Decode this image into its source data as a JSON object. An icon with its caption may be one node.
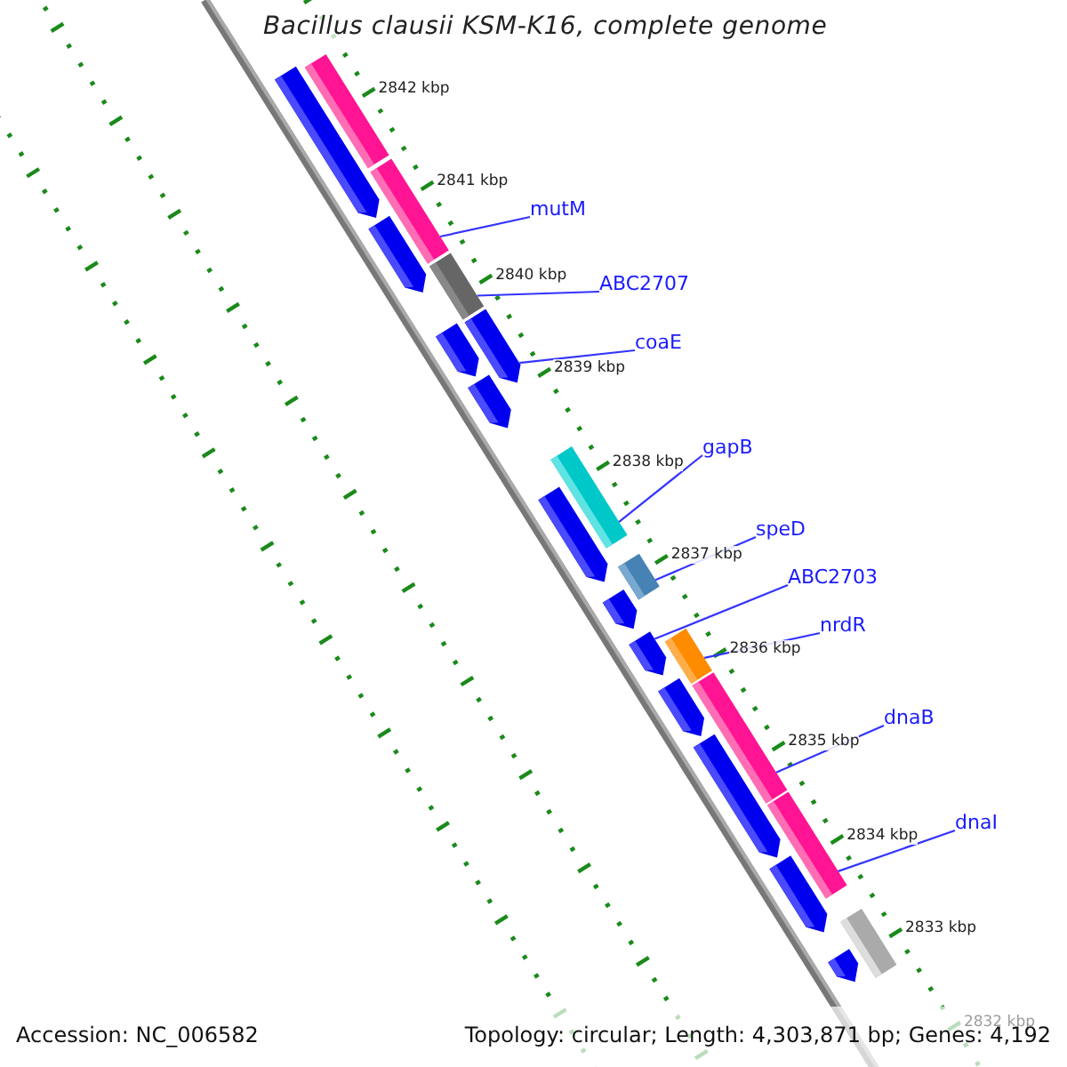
{
  "diagram": {
    "title": "Bacillus clausii KSM-K16, complete genome",
    "nodes": [
      {
        "text": [
          "mutM"
        ]
      },
      {
        "text": [
          "ABC2707"
        ]
      },
      {
        "text": [
          "coaE"
        ]
      },
      {
        "text": [
          "gapB"
        ]
      },
      {
        "text": [
          "speD"
        ]
      },
      {
        "text": [
          "ABC2703"
        ]
      },
      {
        "text": [
          "nrdR"
        ]
      },
      {
        "text": [
          "dnaB"
        ]
      },
      {
        "text": [
          "dnaI"
        ]
      },
      {
        "text": [],
        "shape": "bar"
      },
      {
        "text": [],
        "shape": "pentagon"
      },
      {
        "text": [],
        "shape": "bar"
      },
      {
        "text": [],
        "shape": "pentagon"
      },
      {
        "text": [],
        "shape": "bar"
      },
      {
        "text": [],
        "shape": "pentagon"
      },
      {
        "text": [],
        "shape": "pentagon"
      },
      {
        "text": [],
        "shape": "pentagon"
      },
      {
        "text": [],
        "shape": "bar"
      },
      {
        "text": [],
        "shape": "pentagon"
      },
      {
        "text": [],
        "shape": "bar"
      },
      {
        "text": [],
        "shape": "pentagon"
      },
      {
        "text": [],
        "shape": "pentagon"
      },
      {
        "text": [],
        "shape": "bar"
      },
      {
        "text": [],
        "shape": "bar"
      },
      {
        "text": [],
        "shape": "pentagon"
      },
      {
        "text": [],
        "shape": "pentagon"
      },
      {
        "text": [],
        "shape": "bar"
      },
      {
        "text": [],
        "shape": "pentagon"
      },
      {
        "text": [],
        "shape": "bar"
      },
      {
        "text": [],
        "shape": "pentagon"
      }
    ],
    "edges": [
      {
        "from": 0,
        "to": 11,
        "arrow": "none"
      },
      {
        "from": 1,
        "to": 13,
        "arrow": "none"
      },
      {
        "from": 2,
        "to": 14,
        "arrow": "none"
      },
      {
        "from": 3,
        "to": 17,
        "arrow": "none"
      },
      {
        "from": 4,
        "to": 19,
        "arrow": "none"
      },
      {
        "from": 5,
        "to": 21,
        "arrow": "none"
      },
      {
        "from": 6,
        "to": 22,
        "arrow": "none"
      },
      {
        "from": 7,
        "to": 23,
        "arrow": "none"
      },
      {
        "from": 8,
        "to": 26,
        "arrow": "none"
      }
    ],
    "labels": [
      "2842 kbp",
      "2841 kbp",
      "2840 kbp",
      "2839 kbp",
      "2838 kbp",
      "2837 kbp",
      "2836 kbp",
      "2835 kbp",
      "2834 kbp",
      "2833 kbp",
      "2832 kbp",
      "Accession: NC_006582",
      "Topology: circular; Length: 4,303,871 bp; Genes: 4,192"
    ]
  }
}
